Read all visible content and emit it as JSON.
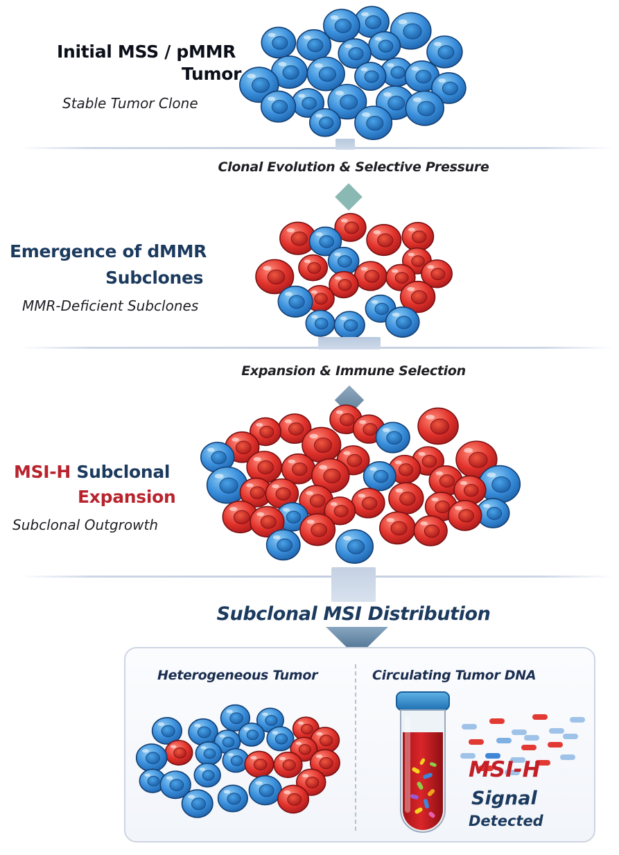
{
  "stages": [
    {
      "title_parts": [
        {
          "text": "Initial MSS / pMMR",
          "color": "#0b0f1a"
        }
      ],
      "title_line2": [
        {
          "text": "Tumor",
          "color": "#0b0f1a"
        }
      ],
      "subtitle": "Stable Tumor Clone"
    },
    {
      "title_parts": [
        {
          "text": "Emergence of dMMR",
          "color": "#1b3a5e"
        }
      ],
      "title_line2": [
        {
          "text": "Subclones",
          "color": "#1b3a5e"
        }
      ],
      "subtitle": "MMR-Deficient Subclones"
    },
    {
      "title_parts": [
        {
          "text": "MSI-H",
          "color": "#b8232d"
        },
        {
          "text": " Subclonal",
          "color": "#1b3a5e"
        }
      ],
      "title_line2": [
        {
          "text": "Expansion",
          "color": "#b8232d"
        }
      ],
      "subtitle": "Subclonal Outgrowth"
    }
  ],
  "transitions": [
    "Clonal Evolution & Selective Pressure",
    "Expansion & Immune Selection"
  ],
  "distribution_title": "Subclonal MSI Distribution",
  "panel": {
    "left_title": "Heterogeneous Tumor",
    "right_title": "Circulating Tumor DNA",
    "signal_line1": "MSI-H",
    "signal_line2": "Signal",
    "signal_line3": "Detected"
  },
  "colors": {
    "blue_cell": "#3a8fdc",
    "red_cell": "#e2332c",
    "navy": "#1b3a5e",
    "red_text": "#b8232d",
    "teal_diamond": "#8ab8b2",
    "slate_diamond": "#6f8fa8",
    "navy_diamond": "#4f7290"
  }
}
